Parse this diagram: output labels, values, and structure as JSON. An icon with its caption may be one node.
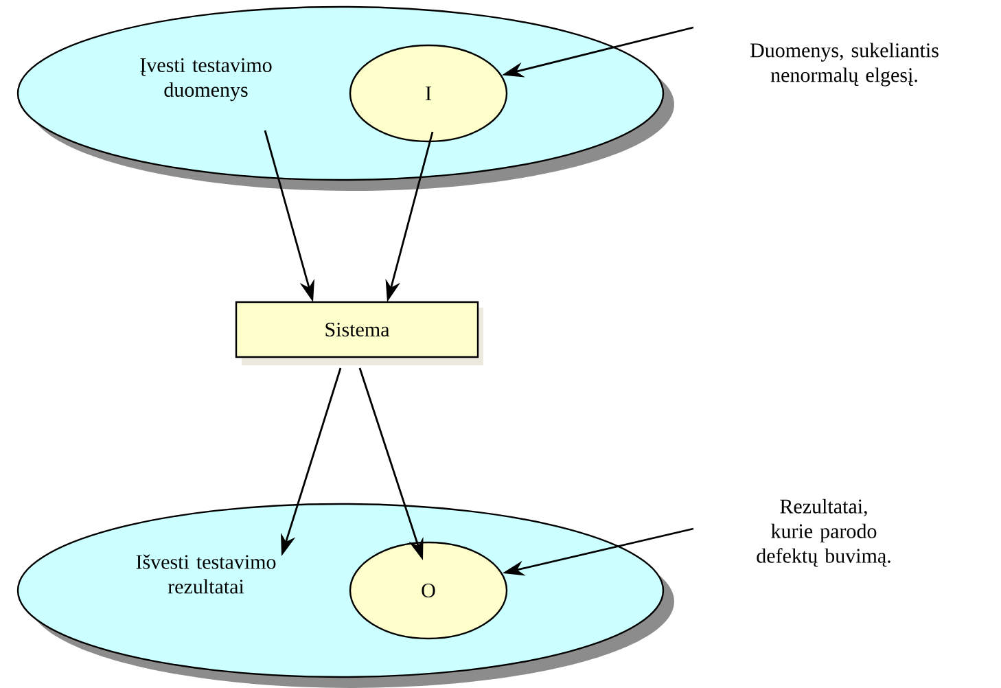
{
  "diagram": {
    "nodes": [
      {
        "text": [
          "Įvesti testavimo duomenys"
        ]
      },
      {
        "text": [
          "I"
        ],
        "in": 0
      },
      {
        "text": [
          "Duomenys, sukeliantis nenormalų elgesį."
        ]
      },
      {
        "text": [
          "Sistema"
        ]
      },
      {
        "text": [
          "Išvesti testavimo rezultatai"
        ]
      },
      {
        "text": [
          "O"
        ],
        "in": 4
      },
      {
        "text": [
          "Rezultatai, kurie parodo defektų buvimą."
        ]
      }
    ],
    "edges": [
      {
        "from": 0,
        "to": 3,
        "arrow": "to"
      },
      {
        "from": 1,
        "to": 3,
        "arrow": "to"
      },
      {
        "from": 3,
        "to": 4,
        "arrow": "to"
      },
      {
        "from": 3,
        "to": 5,
        "arrow": "to"
      },
      {
        "from": 2,
        "to": 1,
        "arrow": "to"
      },
      {
        "from": 6,
        "to": 5,
        "arrow": "to"
      }
    ]
  }
}
